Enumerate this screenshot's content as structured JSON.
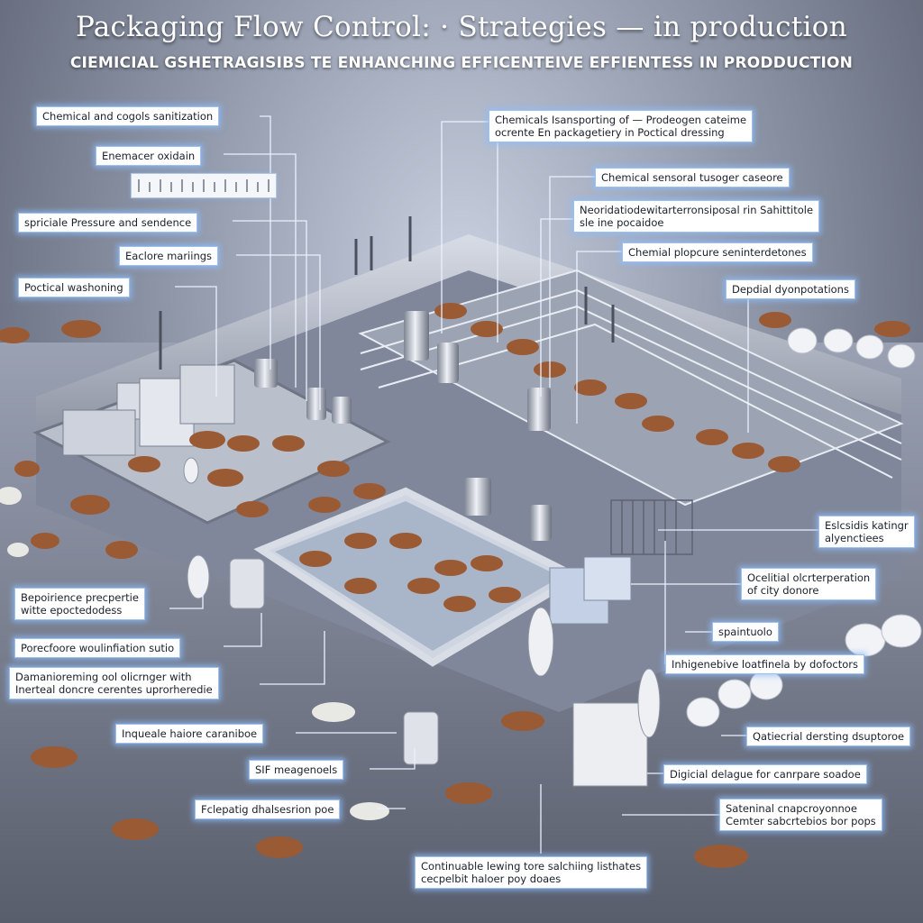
{
  "header": {
    "title": "Packaging Flow Control: · Strategies — in production",
    "subtitle": "CIEMICIAL GSHETRAGISIBS TE ENHANCHING EFFICENTEIVE EFFIENTESS IN PRODDUCTION"
  },
  "callouts": {
    "chemical_sanitization": "Chemical and cogols sanitization",
    "enemacer_oxidain": "Enemacer oxidain",
    "spricle_pressure": "spriciale Pressure and sendence",
    "eaclore_mariings": "Eaclore mariings",
    "poctical_washoning": "Poctical washoning",
    "chemicals_transporting_1": "Chemicals Isansporting of — Prodeogen cateime",
    "chemicals_transporting_2": "ocrente En packagetiery in Poctical dressing",
    "chemical_sensoral": "Chemical sensoral tusoger caseore",
    "neoridatiode_1": "Neoridatiodewitarterronsiposal rin Sahittitole",
    "neoridatiode_2": "sle ine pocaidoe",
    "chemial_plopcure": "Chemial plopcure seninterdetones",
    "depdial_dyonpotations": "Depdial dyonpotations",
    "espirience_1": "Bepoirience precpertie",
    "espirience_2": "witte epoctedodess",
    "porecfoore": "Porecfoore woulinfiation sutio",
    "damanior_1": "Damanioreming ool olicrnger with",
    "damanior_2": "Inerteal doncre cerentes uprorheredie",
    "inqueale": "Inqueale haiore caraniboe",
    "sif_meagenoels": "SIF meagenoels",
    "fclesatig": "Fclepatig dhalsesrion poe",
    "continuable_1": "Continuable lewing tore salchiing listhates",
    "continuable_2": "cecpelbit haloer poy doaes",
    "eclsidis_1": "Eslcsidis katingr",
    "eclsidis_2": "alyenctiees",
    "ocelitial_1": "Ocelitial olcrterperation",
    "ocelitial_2": "of city donore",
    "spaintuolo": "spaintuolo",
    "inhigenebive": "Inhigenebive loatfinela by dofoctors",
    "qatiecrial": "Qatiecrial dersting dsuptoroe",
    "digicial_delague": "Digicial delague for canrpare soadoe",
    "sateninal_1": "Sateninal cnapcroyonnoe",
    "sateninal_2": "Cemter sabcrtebios bor pops"
  }
}
